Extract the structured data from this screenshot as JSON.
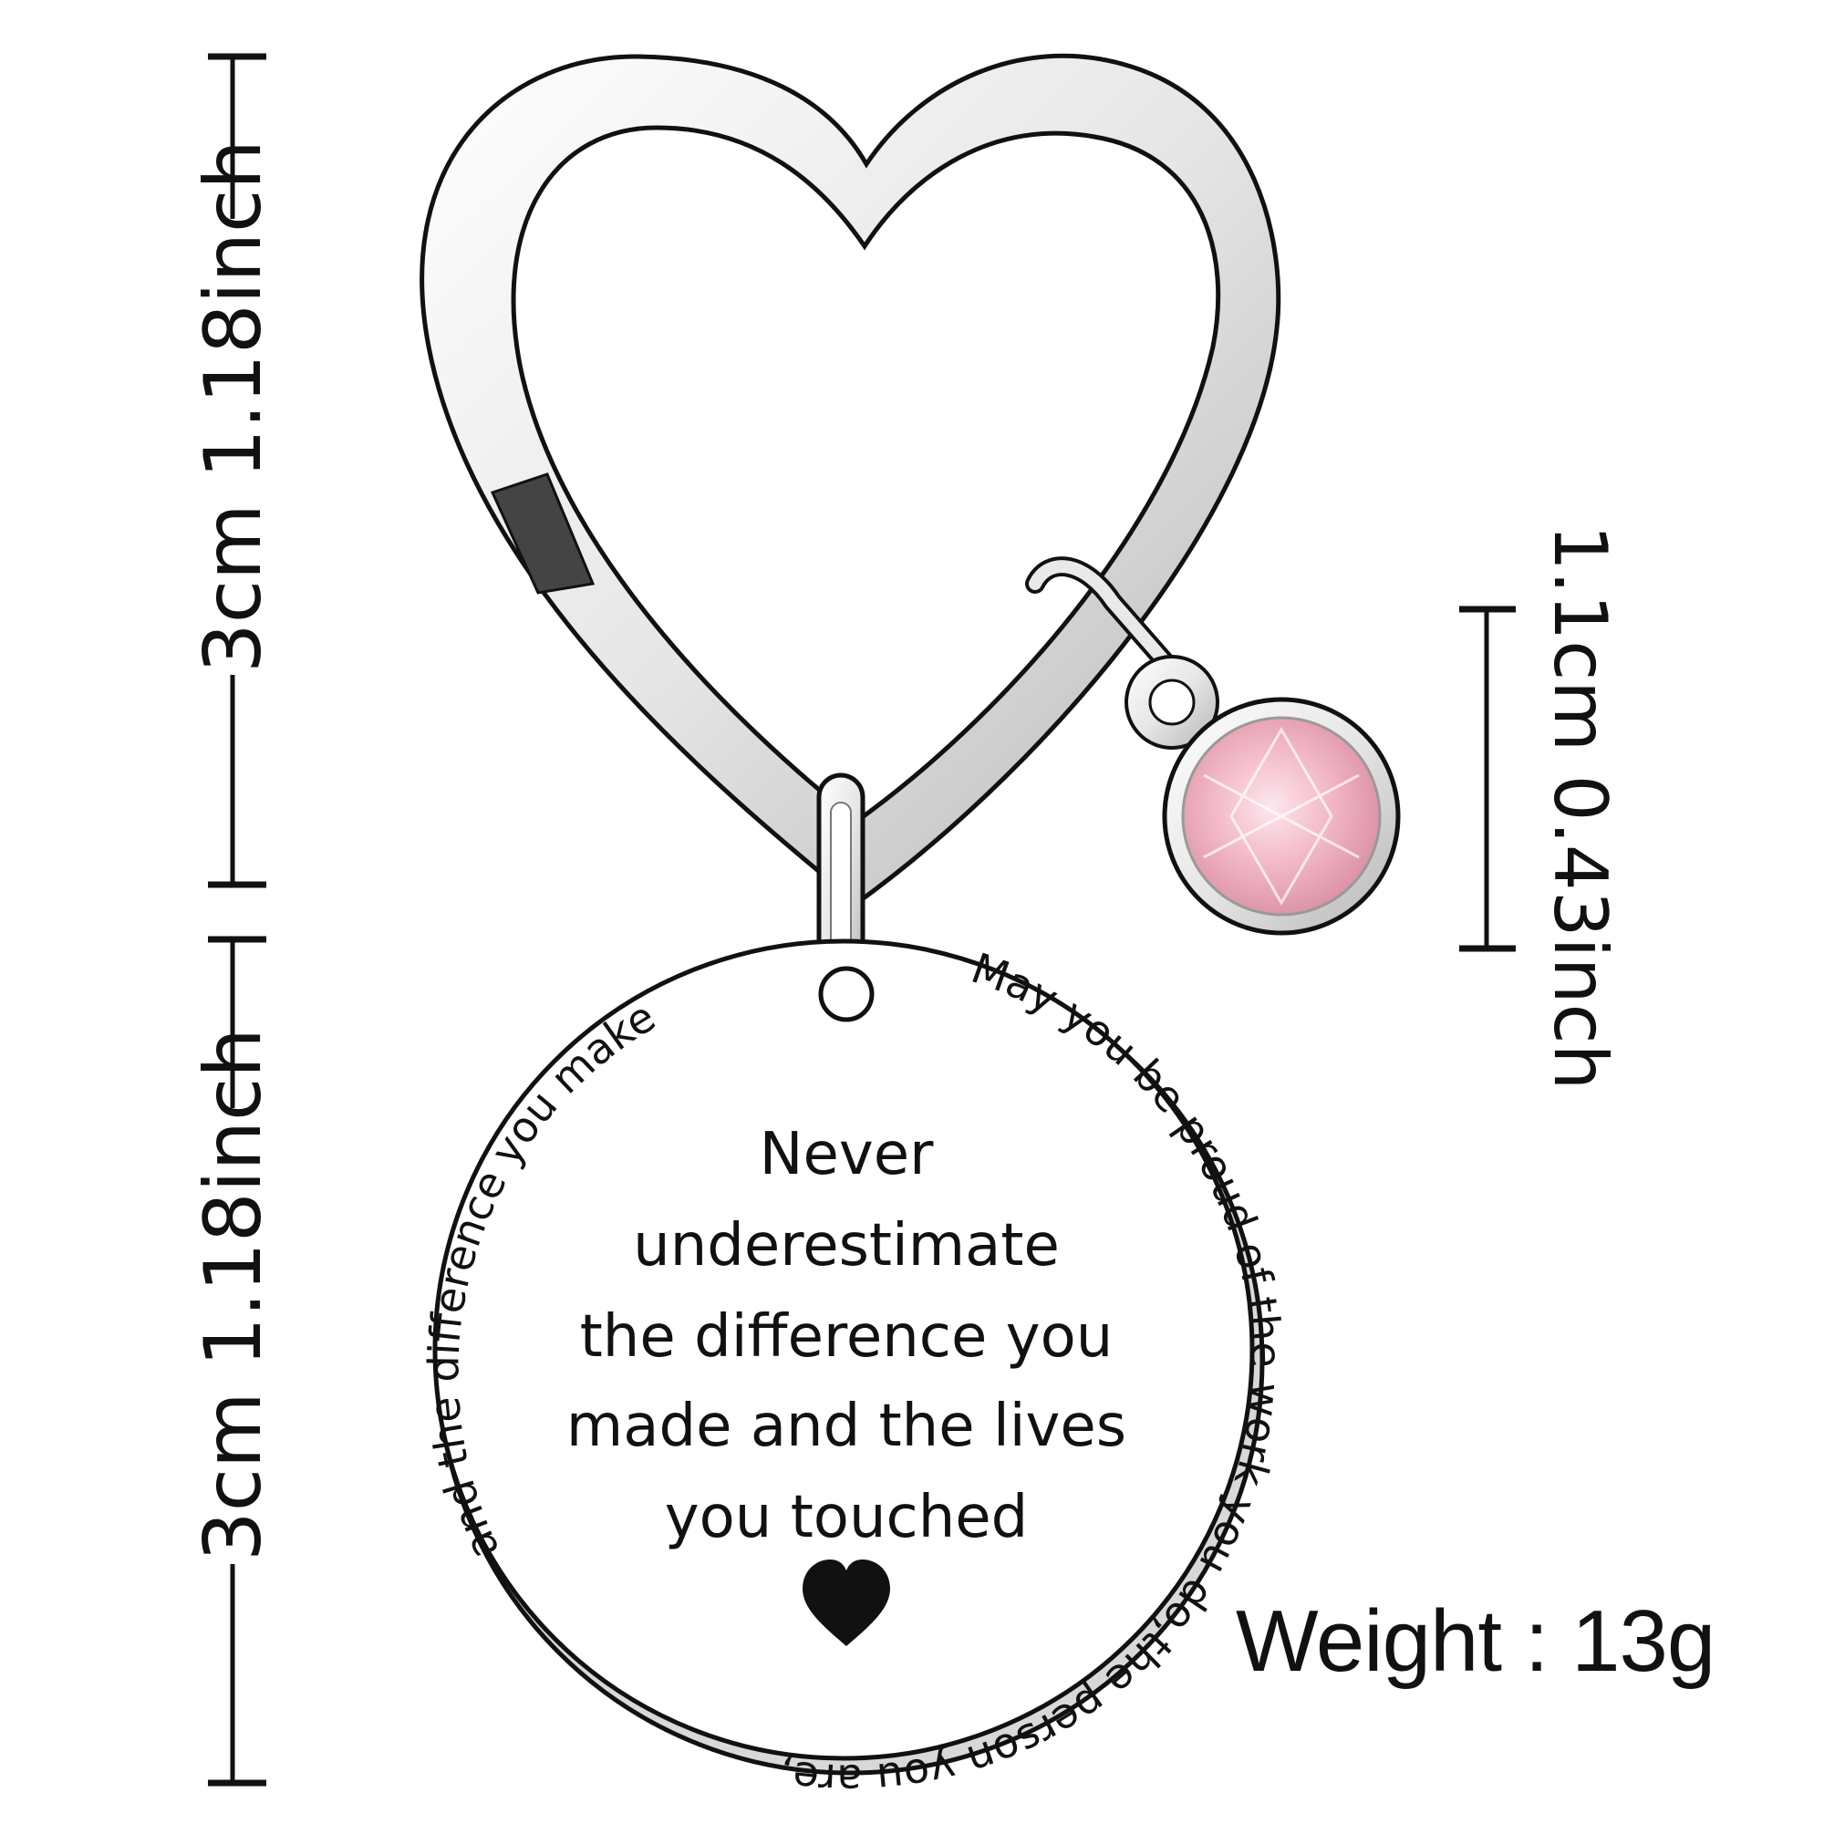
{
  "dimensions": {
    "keyring_label": "3cm 1.18inch",
    "disc_label": "3cm 1.18inch",
    "charm_label": "1.1cm 0.43inch"
  },
  "disc": {
    "center_lines": [
      "Never",
      "underestimate",
      "the difference you",
      "made and the lives",
      "you touched"
    ],
    "arc_left": "and the difference you make",
    "arc_right": "May you be proud of the work you do,the person you are,",
    "heart_icon": "heart-icon"
  },
  "weight": "Weight : 13g",
  "colors": {
    "metal_light": "#f4f4f4",
    "metal_dark": "#8a8a8a",
    "gem_pink": "#f2b8c6",
    "ink": "#111111"
  }
}
